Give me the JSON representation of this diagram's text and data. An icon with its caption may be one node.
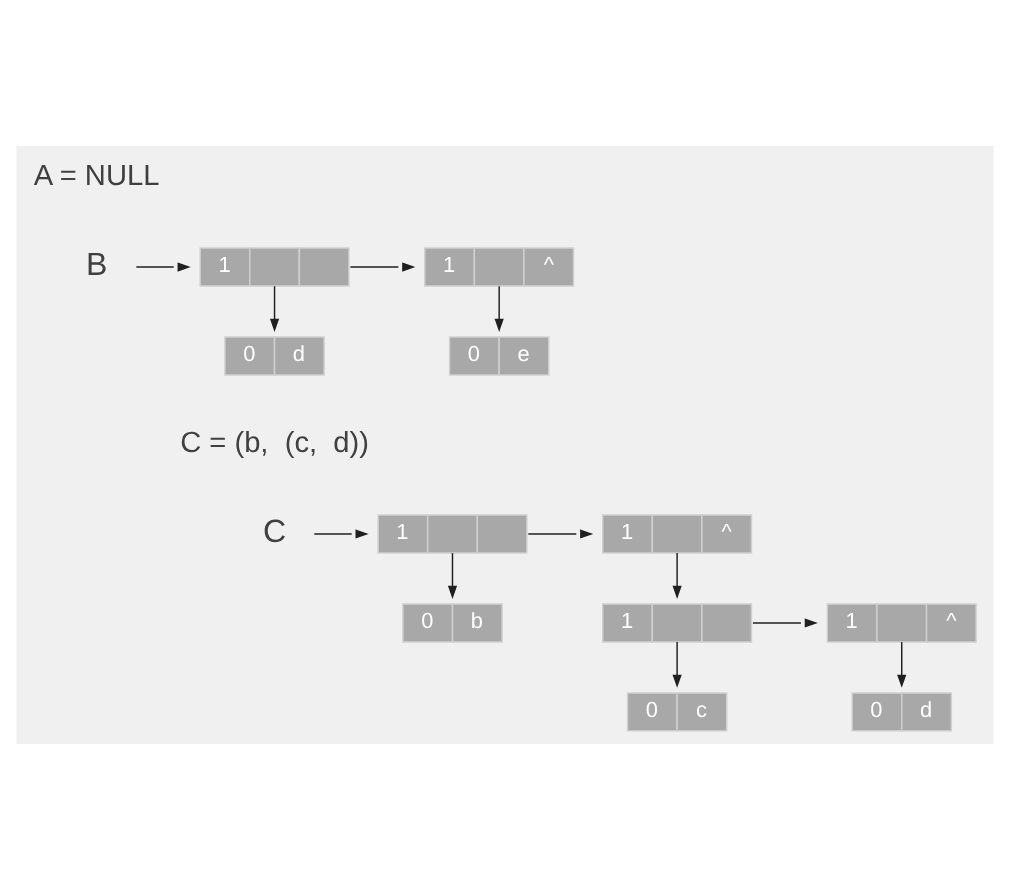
{
  "diagram": {
    "nodes": [
      {
        "text": [
          "B"
        ]
      },
      {
        "text": [
          "1"
        ]
      },
      {
        "text": [
          "1",
          "^"
        ]
      },
      {
        "text": [
          "0",
          "d"
        ]
      },
      {
        "text": [
          "0",
          "e"
        ]
      },
      {
        "text": [
          "C"
        ]
      },
      {
        "text": [
          "1"
        ]
      },
      {
        "text": [
          "1",
          "^"
        ]
      },
      {
        "text": [
          "0",
          "b"
        ]
      },
      {
        "text": [
          "1"
        ]
      },
      {
        "text": [
          "1",
          "^"
        ]
      },
      {
        "text": [
          "0",
          "c"
        ]
      },
      {
        "text": [
          "0",
          "d"
        ]
      }
    ],
    "edges": [
      {
        "from": 0,
        "to": 1,
        "arrow": "to"
      },
      {
        "from": 1,
        "to": 2,
        "arrow": "to"
      },
      {
        "from": 1,
        "to": 3,
        "arrow": "to"
      },
      {
        "from": 2,
        "to": 4,
        "arrow": "to"
      },
      {
        "from": 5,
        "to": 6,
        "arrow": "to"
      },
      {
        "from": 6,
        "to": 7,
        "arrow": "to"
      },
      {
        "from": 6,
        "to": 8,
        "arrow": "to"
      },
      {
        "from": 7,
        "to": 9,
        "arrow": "to"
      },
      {
        "from": 9,
        "to": 10,
        "arrow": "to"
      },
      {
        "from": 9,
        "to": 11,
        "arrow": "to"
      },
      {
        "from": 10,
        "to": 12,
        "arrow": "to"
      }
    ],
    "labels": [
      "A = NULL",
      "C = (b,  (c,  d))"
    ]
  }
}
